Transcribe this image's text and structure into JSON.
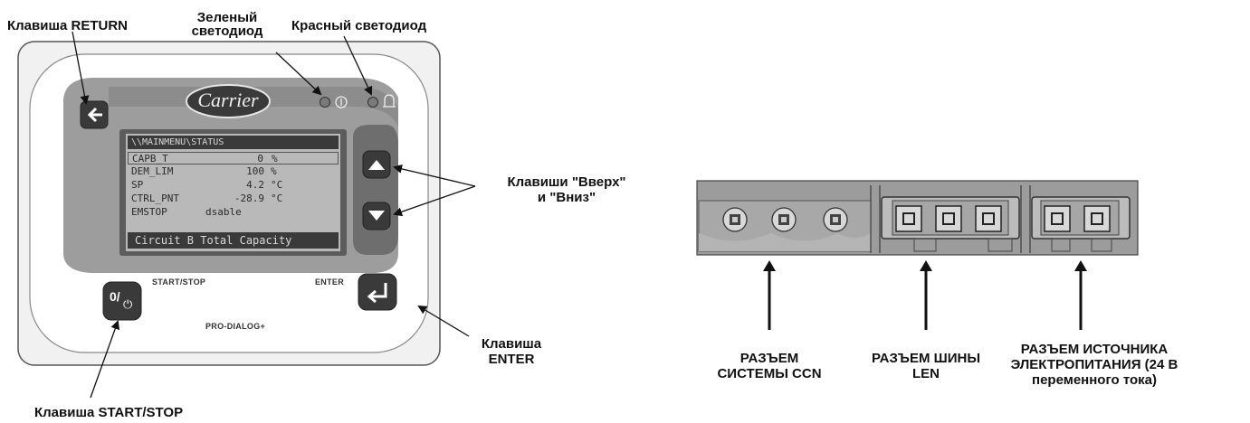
{
  "labels": {
    "return_key": "Клавиша RETURN",
    "green_led_1": "Зеленый",
    "green_led_2": "светодиод",
    "red_led": "Красный светодиод",
    "updown_1": "Клавиши \"Вверх\"",
    "updown_2": "и \"Вниз\"",
    "enter_1": "Клавиша",
    "enter_2": "ENTER",
    "startstop": "Клавиша START/STOP"
  },
  "panel": {
    "brand": "Carrier",
    "startstop_text": "START/STOP",
    "enter_text": "ENTER",
    "model": "PRO-DIALOG+",
    "start_glyph": "0/",
    "power_glyph": "⏻"
  },
  "lcd": {
    "header": "\\\\MAINMENU\\STATUS",
    "rows": [
      {
        "name": "CAPB_T",
        "value": "0",
        "unit": "%"
      },
      {
        "name": "DEM_LIM",
        "value": "100",
        "unit": "%"
      },
      {
        "name": "SP",
        "value": "4.2",
        "unit": "°C"
      },
      {
        "name": "CTRL_PNT",
        "value": "-28.9",
        "unit": "°C"
      },
      {
        "name": "EMSTOP",
        "value": "dsable",
        "unit": ""
      }
    ],
    "footer": "Circuit B Total Capacity"
  },
  "connectors": {
    "ccn_1": "РАЗЪЕМ",
    "ccn_2": "СИСТЕМЫ CCN",
    "len_1": "РАЗЪЕМ ШИНЫ",
    "len_2": "LEN",
    "pwr_1": "РАЗЪЕМ ИСТОЧНИКА",
    "pwr_2": "ЭЛЕКТРОПИТАНИЯ (24 В",
    "pwr_3": "переменного тока)"
  }
}
